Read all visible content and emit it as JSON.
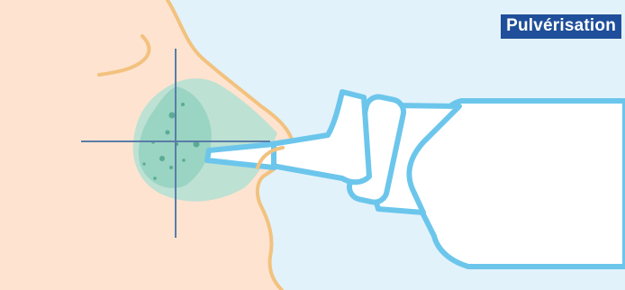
{
  "badge": {
    "label": "Pulvérisation"
  },
  "colors": {
    "skin": "#fde3d0",
    "skin_outline": "#f2c27e",
    "background_blue": "#e2f2fb",
    "spray_bottle_outline": "#6cc6ec",
    "spray_bottle_fill": "#ffffff",
    "nasal_cavity_light": "#b2e0d3",
    "nasal_cavity_dark": "#8fcfbe",
    "droplets": "#5aaa96",
    "crosshair": "#5a7da8",
    "badge_background": "#1f4f9a",
    "badge_text": "#ffffff"
  },
  "illustration": {
    "subject": "nose-profile",
    "device": "nasal-spray-bottle",
    "icons": [
      "crosshair-icon",
      "spray-droplets-icon"
    ]
  }
}
